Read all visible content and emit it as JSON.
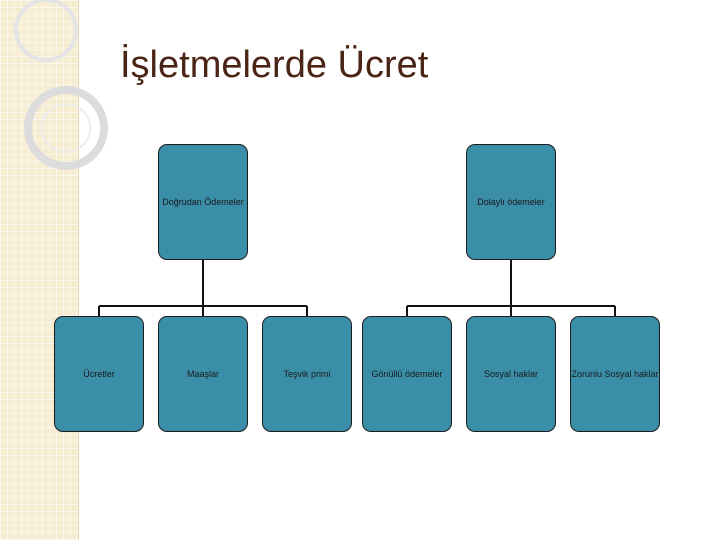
{
  "slide": {
    "title": "İşletmelerde Ücret"
  },
  "chart_data": {
    "type": "org-chart",
    "nodes": [
      {
        "id": "dogrudan",
        "label": "Doğrudan Ödemeler",
        "level": 1
      },
      {
        "id": "dolayli",
        "label": "Dolaylı ödemeler",
        "level": 1
      },
      {
        "id": "ucretler",
        "label": "Ücretler",
        "level": 2,
        "parent": "dogrudan"
      },
      {
        "id": "maaslar",
        "label": "Maaşlar",
        "level": 2,
        "parent": "dogrudan"
      },
      {
        "id": "tesvik",
        "label": "Teşvik primi",
        "level": 2,
        "parent": "dogrudan"
      },
      {
        "id": "gonullu",
        "label": "Gönüllü ödemeler",
        "level": 2,
        "parent": "dolayli"
      },
      {
        "id": "sosyal",
        "label": "Sosyal haklar",
        "level": 2,
        "parent": "dolayli"
      },
      {
        "id": "zorunlu",
        "label": "Zorunlu Sosyal haklar",
        "level": 2,
        "parent": "dolayli"
      }
    ]
  },
  "colors": {
    "node_fill": "#3a8ea8",
    "title": "#4a2414",
    "sidebar": "#f6ecd0"
  }
}
